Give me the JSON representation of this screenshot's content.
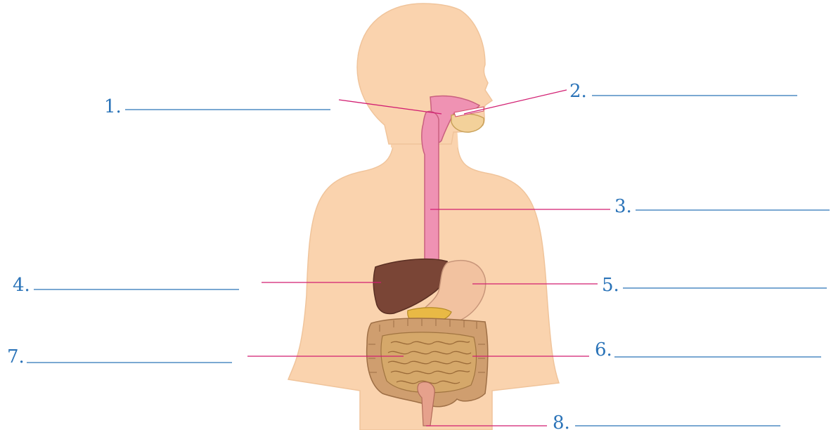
{
  "labels": [
    {
      "id": 1,
      "text": "1."
    },
    {
      "id": 2,
      "text": "2."
    },
    {
      "id": 3,
      "text": "3."
    },
    {
      "id": 4,
      "text": "4."
    },
    {
      "id": 5,
      "text": "5."
    },
    {
      "id": 6,
      "text": "6."
    },
    {
      "id": 7,
      "text": "7."
    },
    {
      "id": 8,
      "text": "8."
    }
  ],
  "colors": {
    "skin": "#fad3ae",
    "skin_outline": "#f0c49b",
    "blank_line": "#2a73b8",
    "leader_line": "#d21f72",
    "label_text": "#2a73b8",
    "esophagus": "#ef92b3",
    "liver": "#7a4536",
    "stomach": "#f2c2a0",
    "intestine": "#d5a86a",
    "colon": "#cf9e6f",
    "pancreas": "#e9b945"
  }
}
